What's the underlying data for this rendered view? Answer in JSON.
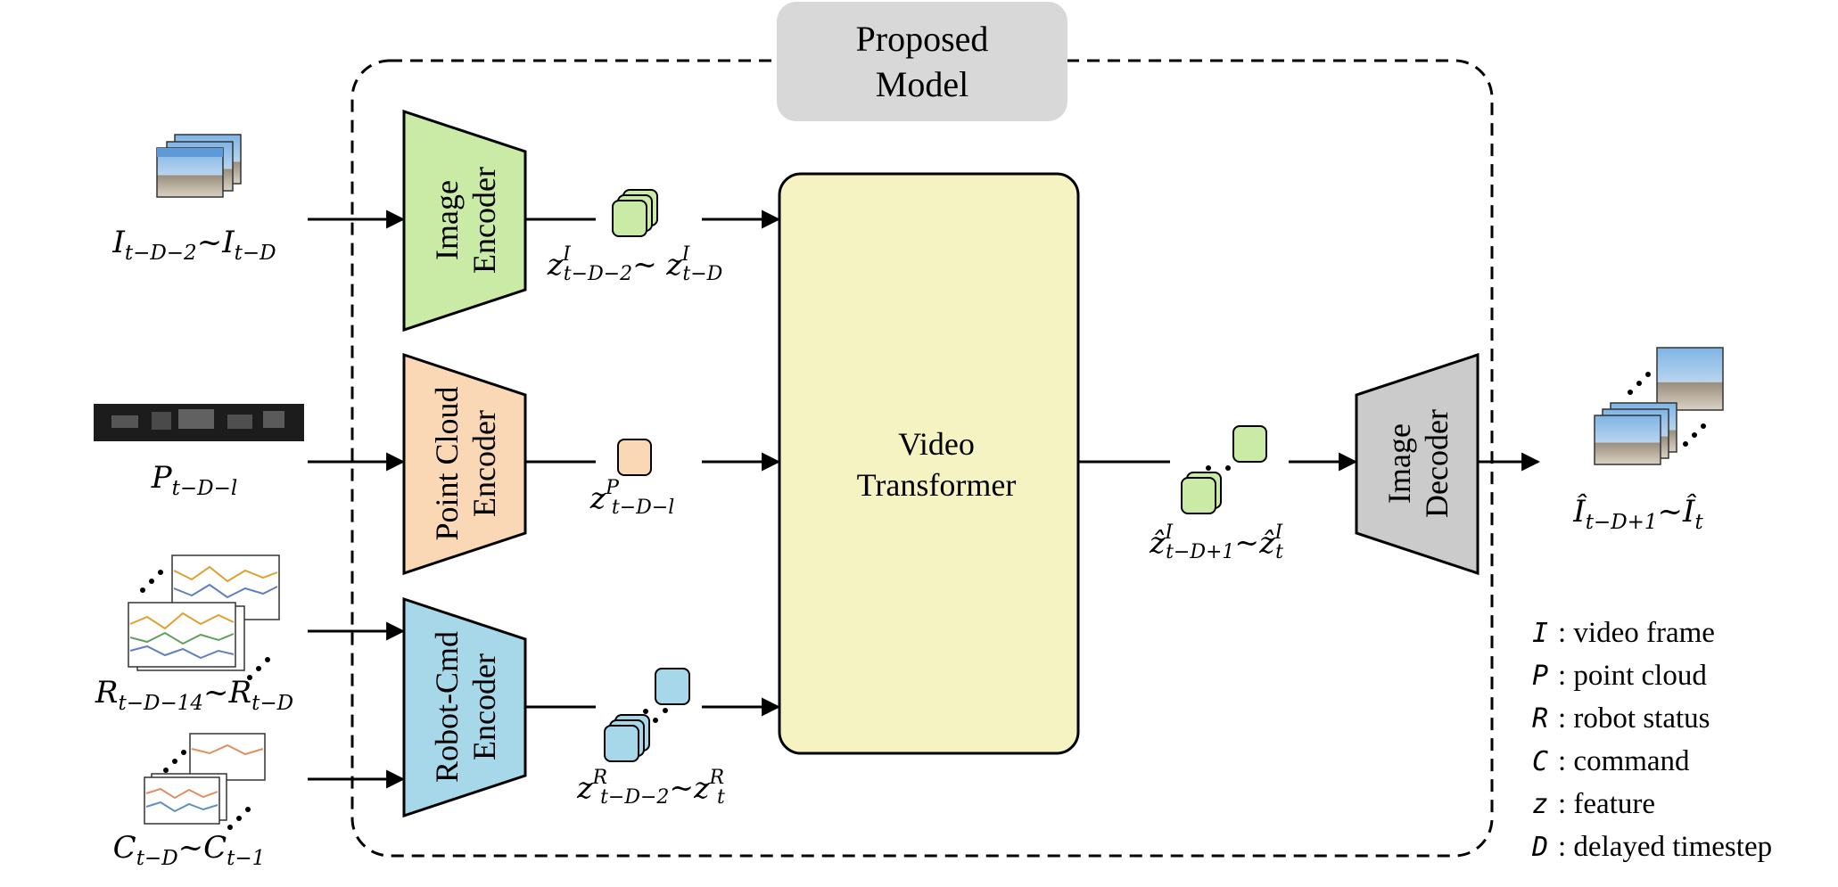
{
  "title": {
    "line1": "Proposed",
    "line2": "Model"
  },
  "blocks": {
    "image_encoder": {
      "line1": "Image",
      "line2": "Encoder",
      "color": "#c9eba6"
    },
    "point_cloud_encoder": {
      "line1": "Point Cloud",
      "line2": "Encoder",
      "color": "#fbd8b5"
    },
    "robot_cmd_encoder": {
      "line1": "Robot-Cmd",
      "line2": "Encoder",
      "color": "#a6d8ea"
    },
    "video_transformer": {
      "line1": "Video",
      "line2": "Transformer",
      "color": "#f6f3c3"
    },
    "image_decoder": {
      "line1": "Image",
      "line2": "Decoder",
      "color": "#cbcbcb"
    }
  },
  "inputs": {
    "image": {
      "a": "I",
      "a_sub": "t−D−2",
      "sep": "~",
      "b": "I",
      "b_sub": "t−D"
    },
    "point_cloud": {
      "a": "P",
      "a_sub": "t−D−l"
    },
    "robot": {
      "a": "R",
      "a_sub": "t−D−14",
      "sep": "~",
      "b": "R",
      "b_sub": "t−D"
    },
    "command": {
      "a": "C",
      "a_sub": "t−D",
      "sep": "~",
      "b": "C",
      "b_sub": "t−1"
    }
  },
  "features": {
    "image": {
      "a": "z",
      "a_sup": "I",
      "a_sub": "t−D−2",
      "sep": "~ ",
      "b": "z",
      "b_sup": "I",
      "b_sub": "t−D"
    },
    "point": {
      "a": "z",
      "a_sup": "P",
      "a_sub": "t−D−l"
    },
    "robot": {
      "a": "z",
      "a_sup": "R",
      "a_sub": "t−D−2",
      "sep": "~",
      "b": "z",
      "b_sup": "R",
      "b_sub": "t"
    },
    "predicted": {
      "a": "ẑ",
      "a_sup": "I",
      "a_sub": "t−D+1",
      "sep": "~",
      "b": "ẑ",
      "b_sup": "I",
      "b_sub": "t"
    }
  },
  "output": {
    "a": "Î",
    "a_sub": "t−D+1",
    "sep": "~",
    "b": "Î",
    "b_sub": "t"
  },
  "legend": [
    {
      "symbol": "I",
      "text": ": video frame"
    },
    {
      "symbol": "P",
      "text": ": point cloud"
    },
    {
      "symbol": "R",
      "text": ": robot status"
    },
    {
      "symbol": "C",
      "text": ": command"
    },
    {
      "symbol": "z",
      "text": ": feature"
    },
    {
      "symbol": "D",
      "text": ": delayed timestep"
    }
  ]
}
